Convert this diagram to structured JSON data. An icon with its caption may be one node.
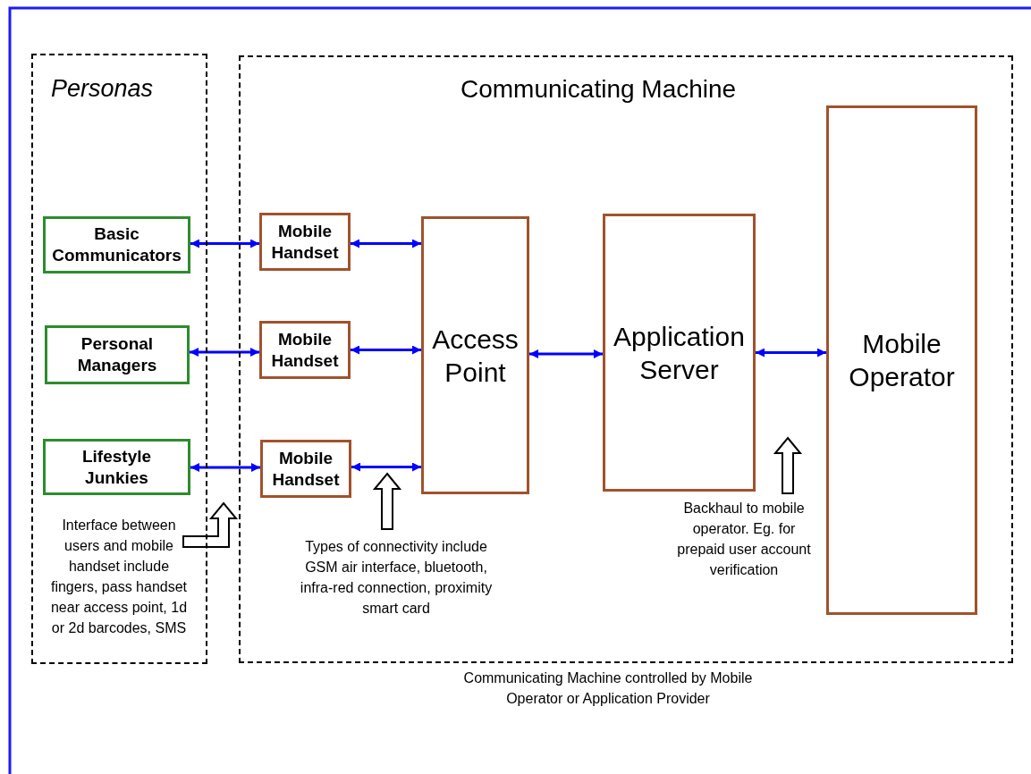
{
  "diagram": {
    "nodes": [
      {
        "text": [
          "Personas"
        ]
      },
      {
        "text": [
          "Basic Communicators"
        ],
        "in": 0
      },
      {
        "text": [
          "Personal Managers"
        ],
        "in": 0
      },
      {
        "text": [
          "Lifestyle Junkies"
        ],
        "in": 0
      },
      {
        "text": [
          "Interface between users and mobile handset include fingers, pass handset near access point, 1d or 2d barcodes, SMS"
        ],
        "in": 0
      },
      {
        "text": [
          "Communicating Machine"
        ]
      },
      {
        "text": [
          "Mobile Handset"
        ],
        "in": 5
      },
      {
        "text": [
          "Mobile Handset"
        ],
        "in": 5
      },
      {
        "text": [
          "Mobile Handset"
        ],
        "in": 5
      },
      {
        "text": [
          "Access Point"
        ],
        "in": 5
      },
      {
        "text": [
          "Application Server"
        ],
        "in": 5
      },
      {
        "text": [
          "Mobile Operator"
        ],
        "in": 5
      },
      {
        "text": [
          "Types of connectivity include GSM air interface, bluetooth, infra-red connection, proximity smart card"
        ],
        "in": 5
      },
      {
        "text": [
          "Backhaul to mobile operator. Eg. for prepaid user account verification"
        ],
        "in": 5
      }
    ],
    "edges": [
      {
        "from": 1,
        "to": 6,
        "arrow": "both"
      },
      {
        "from": 2,
        "to": 7,
        "arrow": "both"
      },
      {
        "from": 3,
        "to": 8,
        "arrow": "both"
      },
      {
        "from": 6,
        "to": 9,
        "arrow": "both"
      },
      {
        "from": 7,
        "to": 9,
        "arrow": "both"
      },
      {
        "from": 8,
        "to": 9,
        "arrow": "both"
      },
      {
        "from": 9,
        "to": 10,
        "arrow": "both"
      },
      {
        "from": 10,
        "to": 11,
        "arrow": "both"
      },
      {
        "from": 4,
        "to": null,
        "arrow": "to",
        "style": "thick",
        "color": "#000000"
      },
      {
        "from": 12,
        "to": null,
        "arrow": "to",
        "style": "thick",
        "color": "#000000"
      },
      {
        "from": 13,
        "to": null,
        "arrow": "to",
        "style": "thick",
        "color": "#000000"
      }
    ],
    "caption": "Communicating Machine controlled by Mobile Operator or Application Provider"
  }
}
